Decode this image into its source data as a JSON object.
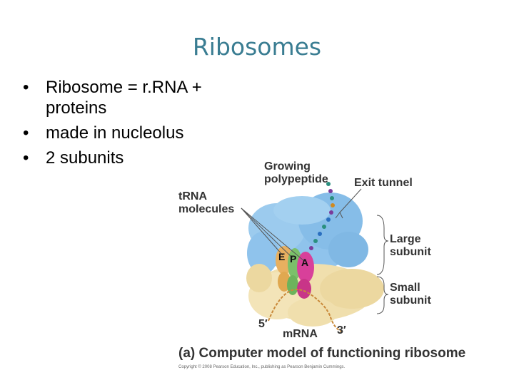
{
  "slide": {
    "title": "Ribosomes",
    "bullets": [
      "Ribosome = r.RNA + proteins",
      "made in nucleolus",
      "2 subunits"
    ]
  },
  "figure": {
    "labels": {
      "growing": "Growing",
      "polypeptide": "polypeptide",
      "exit_tunnel": "Exit tunnel",
      "trna": "tRNA",
      "molecules": "molecules",
      "large_1": "Large",
      "large_2": "subunit",
      "small_1": "Small",
      "small_2": "subunit",
      "site_e": "E",
      "site_p": "P",
      "site_a": "A",
      "five_prime": "5′",
      "three_prime": "3′",
      "mrna": "mRNA"
    },
    "caption": "(a) Computer model of functioning ribosome",
    "copyright": "Copyright © 2008 Pearson Education, Inc., publishing as Pearson Benjamin Cummings."
  },
  "colors": {
    "title": "#3a7d92",
    "large_subunit": "#8fc3ec",
    "small_subunit": "#f0dfad",
    "trna_e": "#e8b060",
    "trna_p": "#7bc06a",
    "trna_a": "#d8409a",
    "mrna": "#c9893a"
  }
}
